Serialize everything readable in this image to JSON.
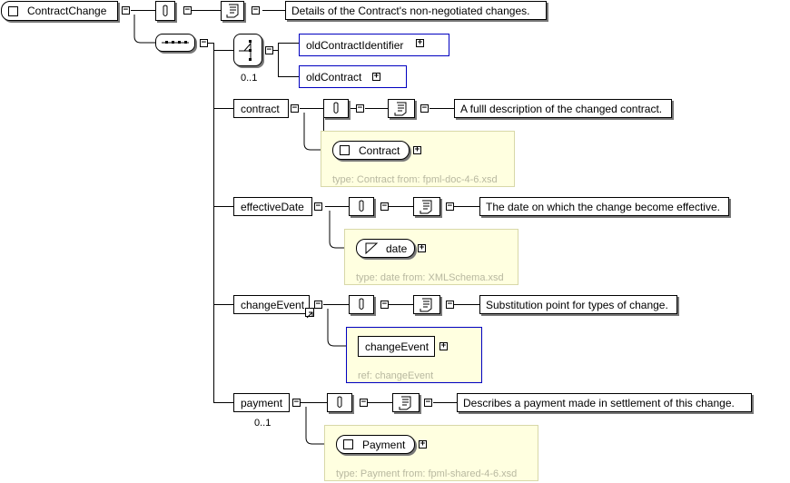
{
  "root": {
    "label": "ContractChange",
    "doc": "Details of the Contract's non-negotiated changes."
  },
  "choice": {
    "occurrence": "0..1"
  },
  "choice_items": [
    {
      "label": "oldContractIdentifier"
    },
    {
      "label": "oldContract"
    }
  ],
  "children": [
    {
      "label": "contract",
      "doc": "A fulll description of the changed contract.",
      "type_label": "Contract",
      "type_info": "type: Contract from: fpml-doc-4-6.xsd"
    },
    {
      "label": "effectiveDate",
      "doc": "The date on which the change become effective.",
      "type_label": "date",
      "type_info": "type: date from: XMLSchema.xsd"
    },
    {
      "label": "changeEvent",
      "doc": "Substitution point for types of change.",
      "type_label": "changeEvent",
      "type_info": "ref: changeEvent"
    },
    {
      "label": "payment",
      "occurrence": "0..1",
      "doc": "Describes a payment made in settlement of this change.",
      "type_label": "Payment",
      "type_info": "type: Payment from: fpml-shared-4-6.xsd"
    }
  ],
  "toggles": {
    "collapse": "−",
    "expand": "+"
  },
  "colors": {
    "type_bg": "#ffffe0",
    "ref_border": "#0000c0",
    "type_text": "#b8b8a0"
  }
}
